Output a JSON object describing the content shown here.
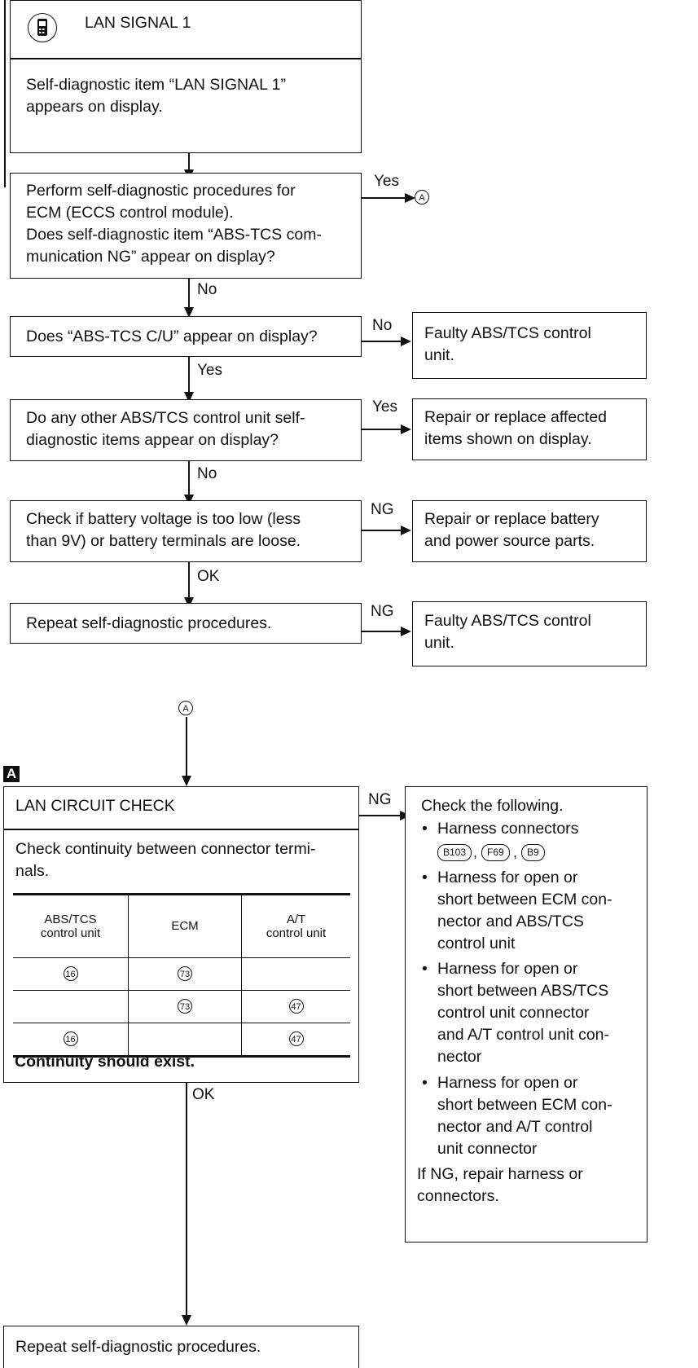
{
  "header": {
    "title": "LAN SIGNAL 1",
    "description": "Self-diagnostic item “LAN SIGNAL 1”\nappears on display."
  },
  "steps": {
    "step1": "Perform self-diagnostic procedures for\nECM (ECCS control module).\nDoes self-diagnostic item “ABS-TCS com-\nmunication NG” appear on display?",
    "step2": "Does “ABS-TCS C/U” appear on display?",
    "step3": "Do any other ABS/TCS control unit self-\ndiagnostic items appear on display?",
    "step4": "Check if battery voltage is too low (less\nthan 9V) or battery terminals are loose.",
    "step5": "Repeat self-diagnostic procedures.",
    "final": "Repeat self-diagnostic procedures."
  },
  "results": {
    "r2": "Faulty ABS/TCS control\nunit.",
    "r3": "Repair or replace affected\nitems shown on display.",
    "r4": "Repair or replace battery\nand power source parts.",
    "r5": "Faulty ABS/TCS control\nunit."
  },
  "labels": {
    "yes": "Yes",
    "no": "No",
    "ng": "NG",
    "ok": "OK",
    "ref_a": "A"
  },
  "section_a": {
    "marker": "A",
    "title": "LAN CIRCUIT CHECK",
    "instruction": "Check continuity between connector termi-\nnals.",
    "columns": [
      "ABS/TCS\ncontrol unit",
      "ECM",
      "A/T\ncontrol unit"
    ],
    "rows": [
      [
        "16",
        "73",
        ""
      ],
      [
        "",
        "73",
        "47"
      ],
      [
        "16",
        "",
        "47"
      ]
    ],
    "conclusion": "Continuity should exist."
  },
  "check_list": {
    "intro": "Check the following.",
    "item1": "Harness connectors",
    "connectors": [
      "B103",
      "F69",
      "B9"
    ],
    "item2": "Harness for open or\nshort between ECM con-\nnector and ABS/TCS\ncontrol unit",
    "item3": "Harness for open or\nshort between ABS/TCS\ncontrol unit connector\nand A/T control unit con-\nnector",
    "item4": "Harness for open or\nshort between ECM con-\nnector and A/T control\nunit connector",
    "footer": "If NG, repair harness or\nconnectors."
  },
  "colors": {
    "ink": "#111111",
    "paper": "#ffffff"
  }
}
